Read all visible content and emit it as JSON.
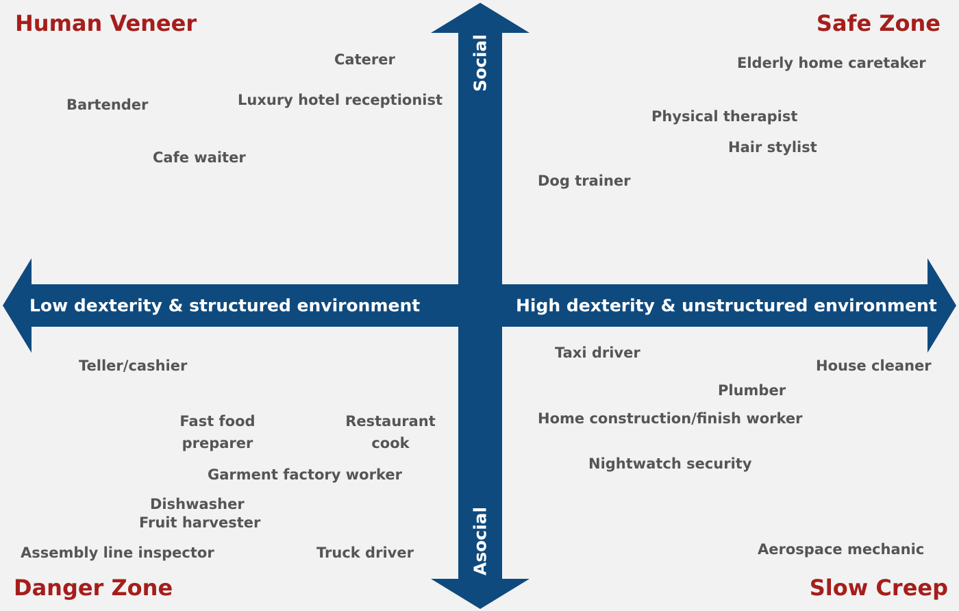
{
  "colors": {
    "background": "#f2f2f2",
    "arrow": "#0f4a7e",
    "quadrant_title": "#a51e1b",
    "job_text": "#555555",
    "axis_text": "#ffffff"
  },
  "quadrants": {
    "top_left": "Human Veneer",
    "top_right": "Safe Zone",
    "bottom_left": "Danger Zone",
    "bottom_right": "Slow Creep"
  },
  "axes": {
    "top": "Social",
    "bottom": "Asocial",
    "left": "Low dexterity & structured environment",
    "right": "High dexterity & unstructured environment"
  },
  "jobs": {
    "caterer": "Caterer",
    "luxury_hotel_receptionist": "Luxury hotel receptionist",
    "bartender": "Bartender",
    "cafe_waiter": "Cafe waiter",
    "elderly_home_caretaker": "Elderly home caretaker",
    "physical_therapist": "Physical therapist",
    "hair_stylist": "Hair stylist",
    "dog_trainer": "Dog trainer",
    "teller_cashier": "Teller/cashier",
    "fast_food_preparer": "Fast food\npreparer",
    "restaurant_cook": "Restaurant\ncook",
    "garment_factory_worker": "Garment factory worker",
    "dishwasher": "Dishwasher",
    "fruit_harvester": "Fruit harvester",
    "assembly_line_inspector": "Assembly line inspector",
    "truck_driver": "Truck driver",
    "taxi_driver": "Taxi driver",
    "house_cleaner": "House cleaner",
    "plumber": "Plumber",
    "home_construction_finish_worker": "Home construction/finish worker",
    "nightwatch_security": "Nightwatch security",
    "aerospace_mechanic": "Aerospace mechanic"
  }
}
